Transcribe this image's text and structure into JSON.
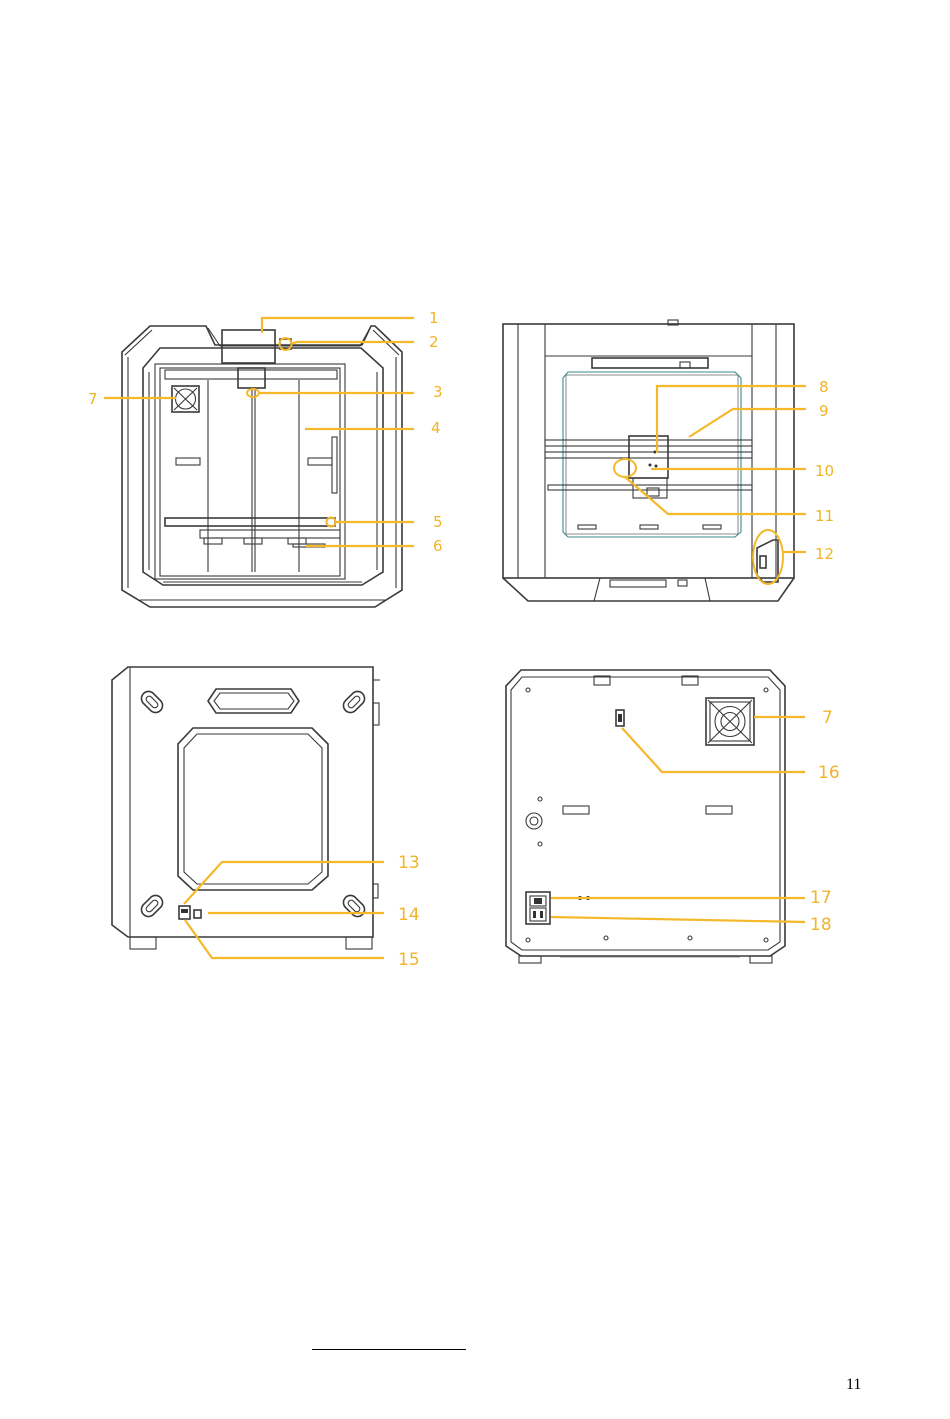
{
  "figures": [
    {
      "view": "front",
      "callouts": [
        "1",
        "2",
        "3",
        "4",
        "5",
        "6",
        "7"
      ]
    },
    {
      "view": "side",
      "callouts": [
        "8",
        "9",
        "10",
        "11",
        "12"
      ]
    },
    {
      "view": "other-side",
      "callouts": [
        "13",
        "14",
        "15"
      ]
    },
    {
      "view": "back",
      "callouts": [
        "7",
        "16",
        "17",
        "18"
      ]
    }
  ],
  "colors": {
    "callout": "#f0b429",
    "line": "#3a3a3a",
    "glass": "#3a8c8c"
  },
  "page": {
    "number": "11"
  }
}
